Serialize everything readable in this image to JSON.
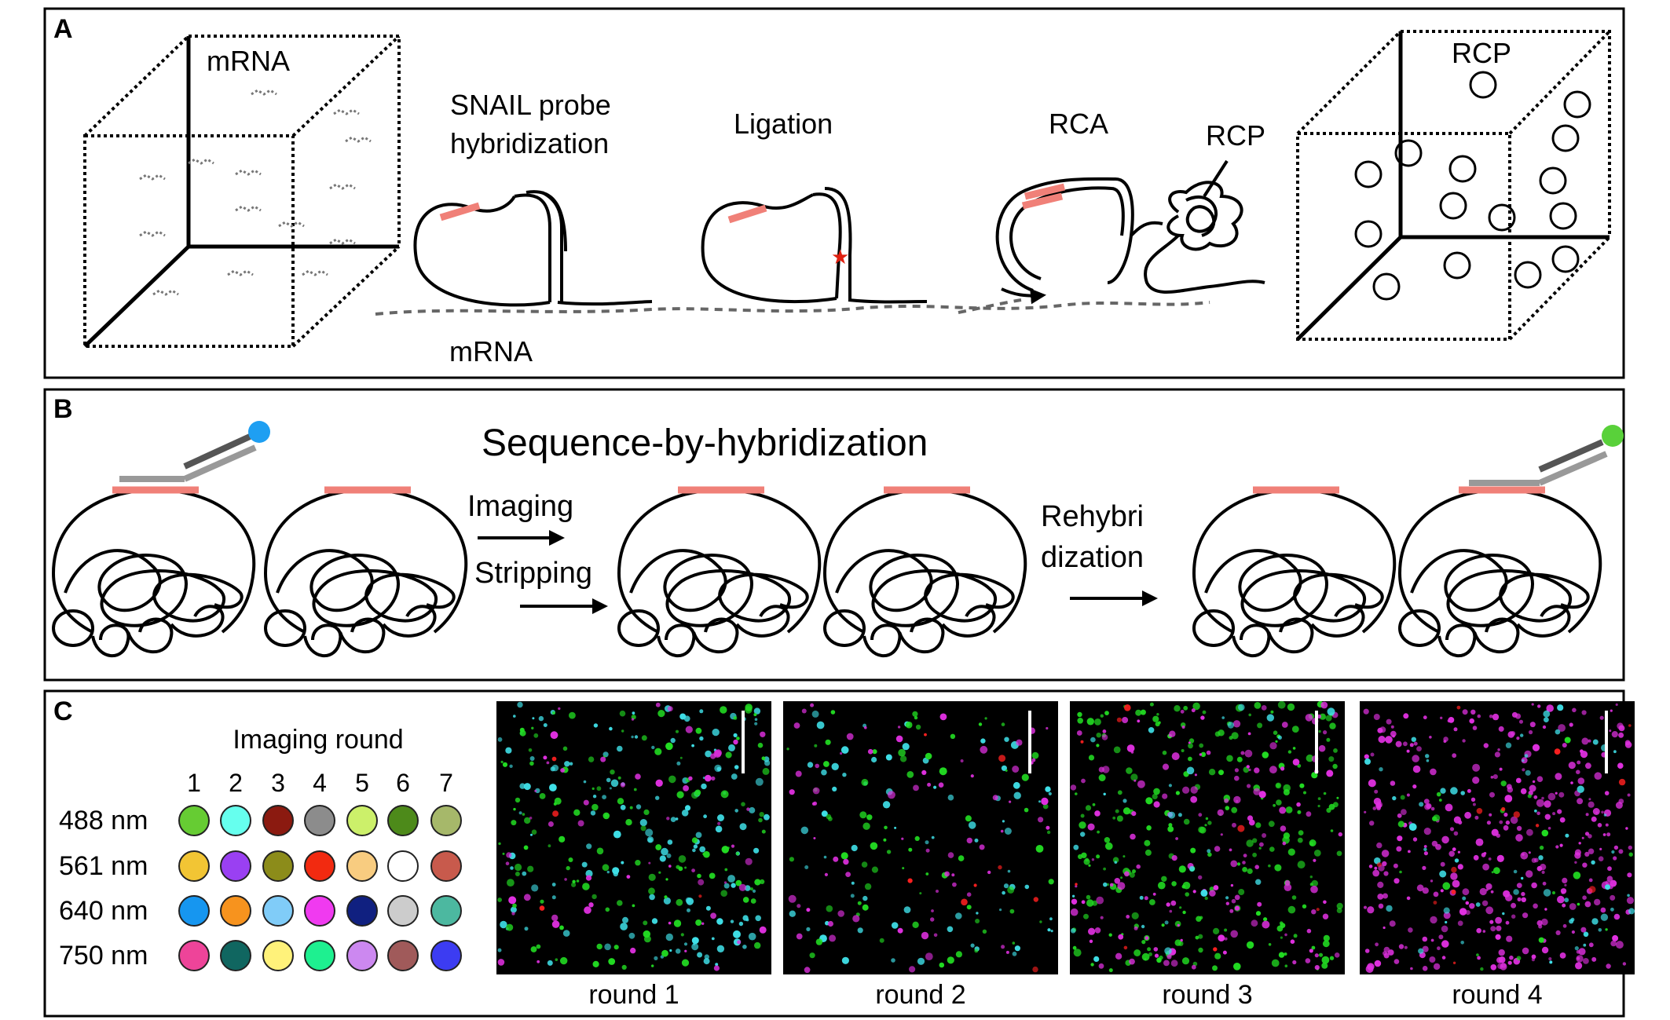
{
  "panel_a": {
    "letter": "A",
    "cube_left_label": "mRNA",
    "probe_step_line1": "SNAIL probe",
    "probe_step_line2": "hybridization",
    "ligation_label": "Ligation",
    "rca_label": "RCA",
    "rcp_label": "RCP",
    "mrna_label": "mRNA",
    "cube_right_label": "RCP"
  },
  "panel_b": {
    "letter": "B",
    "title": "Sequence-by-hybridization",
    "imaging_label": "Imaging",
    "stripping_label": "Stripping",
    "rehyb_line1": "Rehybri",
    "rehyb_line2": "dization",
    "fluor_colors": [
      "#1e9ff2",
      "#59d13a"
    ]
  },
  "panel_c": {
    "letter": "C",
    "table_title": "Imaging round",
    "rounds": [
      "1",
      "2",
      "3",
      "4",
      "5",
      "6",
      "7"
    ],
    "channels": [
      {
        "label": "488 nm",
        "colors": [
          "#66cc33",
          "#66ffee",
          "#8b1a10",
          "#8c8c8c",
          "#ccf06a",
          "#4d8a1a",
          "#a6b86a"
        ]
      },
      {
        "label": "561 nm",
        "colors": [
          "#f2c534",
          "#9a40f2",
          "#8c8c1a",
          "#f22a10",
          "#f8cc80",
          "#ffffff",
          "#c85a4c"
        ]
      },
      {
        "label": "640 nm",
        "colors": [
          "#1696f0",
          "#f7931e",
          "#80ccf8",
          "#f03af0",
          "#102080",
          "#cccccc",
          "#4cb8a0"
        ]
      },
      {
        "label": "750 nm",
        "colors": [
          "#ee4499",
          "#106660",
          "#fff27a",
          "#1ef090",
          "#cc88f0",
          "#a05a5a",
          "#3c3cf2"
        ]
      }
    ],
    "images": [
      {
        "caption": "round 1"
      },
      {
        "caption": "round 2"
      },
      {
        "caption": "round 3"
      },
      {
        "caption": "round 4"
      }
    ]
  }
}
